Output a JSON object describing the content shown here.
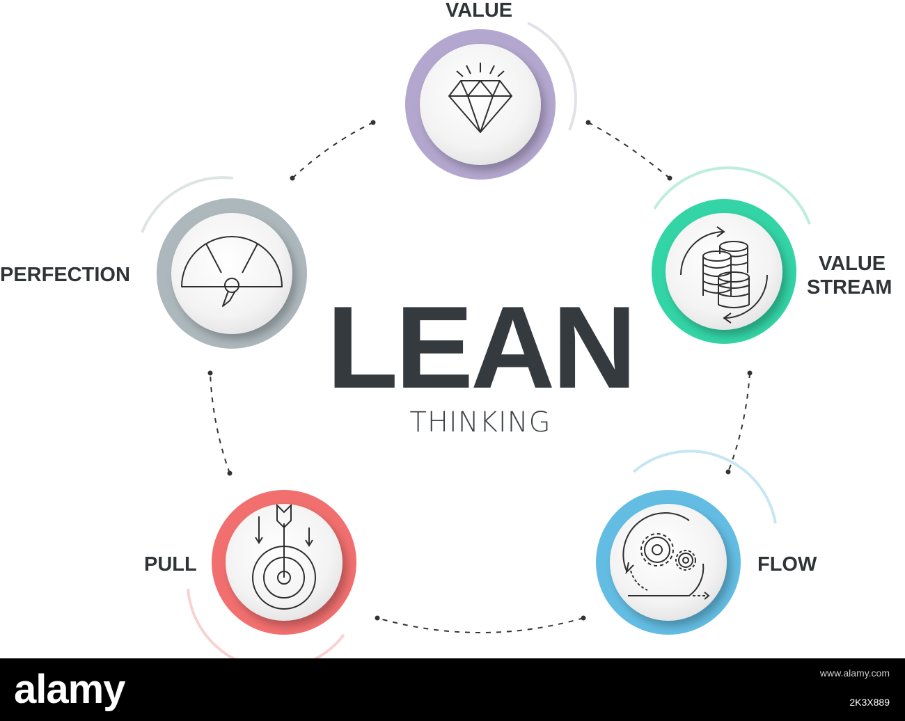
{
  "diagram": {
    "title": "LEAN",
    "subtitle": "THINKING",
    "nodes": [
      {
        "id": "value",
        "label": "VALUE",
        "color": "#b4a7cf",
        "icon": "diamond-icon"
      },
      {
        "id": "value-stream",
        "label_lines": [
          "VALUE",
          "STREAM"
        ],
        "color": "#33d4a6",
        "icon": "coin-stack-cycle-icon"
      },
      {
        "id": "flow",
        "label": "FLOW",
        "color": "#63bde3",
        "icon": "gears-flow-icon"
      },
      {
        "id": "pull",
        "label": "PULL",
        "color": "#f26f6f",
        "icon": "target-arrow-icon"
      },
      {
        "id": "perfection",
        "label": "PERFECTION",
        "color": "#adb8bd",
        "icon": "gauge-icon"
      }
    ]
  },
  "footer": {
    "logo": "alamy",
    "image_id": "2K3X889",
    "meta": "www.alamy.com"
  }
}
